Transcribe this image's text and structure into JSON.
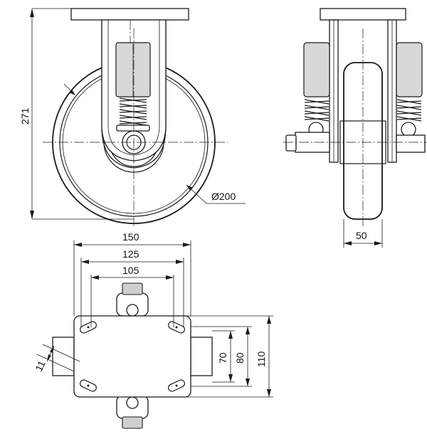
{
  "dimensions": {
    "height_total": "271",
    "wheel_diameter": "Ø200",
    "wheel_width": "50",
    "plate_length": "150",
    "hole_spacing_outer": "125",
    "hole_spacing_inner": "105",
    "slot_spacing_small": "70",
    "plate_width_inner": "80",
    "plate_width": "110",
    "slot_width": "11"
  }
}
